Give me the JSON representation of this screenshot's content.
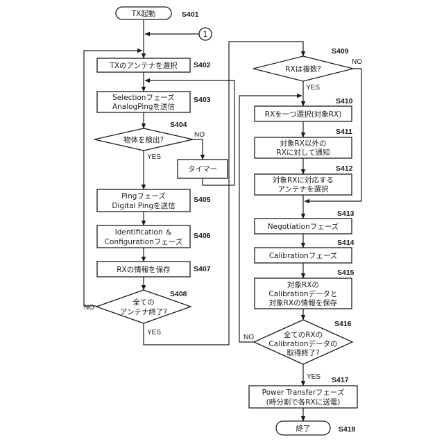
{
  "nodes": {
    "s401": {
      "text": "TX起動",
      "label": "S401"
    },
    "conn": {
      "text": "1"
    },
    "s402": {
      "text": "TXのアンテナを選択",
      "label": "S402"
    },
    "s403": {
      "line1": "Selectionフェーズ",
      "line2": "AnalogPingを送信",
      "label": "S403"
    },
    "s404": {
      "text": "物体を検出?",
      "label": "S404",
      "no": "NO",
      "yes": "YES"
    },
    "timer": {
      "text": "タイマー"
    },
    "s405": {
      "line1": "Pingフェーズ",
      "line2": "Digital Pingを送信",
      "label": "S405"
    },
    "s406": {
      "line1": "Identification ＆",
      "line2": "Configurationフェーズ",
      "label": "S406"
    },
    "s407": {
      "text": "RXの情報を保存",
      "label": "S407"
    },
    "s408": {
      "line1": "全ての",
      "line2": "アンテナ終了?",
      "label": "S408",
      "no": "NO",
      "yes": "YES"
    },
    "s409": {
      "text": "RXは複数?",
      "label": "S409",
      "no": "NO",
      "yes": "YES"
    },
    "s410": {
      "text": "RXを一つ選択(対象RX)",
      "label": "S410"
    },
    "s411": {
      "line1": "対象RX以外の",
      "line2": "RXに対して通知",
      "label": "S411"
    },
    "s412": {
      "line1": "対象RXに対応する",
      "line2": "アンテナを選択",
      "label": "S412"
    },
    "s413": {
      "text": "Negotiationフェーズ",
      "label": "S413"
    },
    "s414": {
      "text": "Calibrationフェーズ",
      "label": "S414"
    },
    "s415": {
      "line1": "対象RXの",
      "line2": "Calibrationデータと",
      "line3": "対象RXの情報を保存",
      "label": "S415"
    },
    "s416": {
      "line1": "全てのRXの",
      "line2": "Calibrationデータの",
      "line3": "取得終了?",
      "label": "S416",
      "no": "NO",
      "yes": "YES"
    },
    "s417": {
      "line1": "Power Transferフェーズ",
      "line2": "(時分割で各RXに送電)",
      "label": "S417"
    },
    "s418": {
      "text": "終了",
      "label": "S418"
    }
  }
}
